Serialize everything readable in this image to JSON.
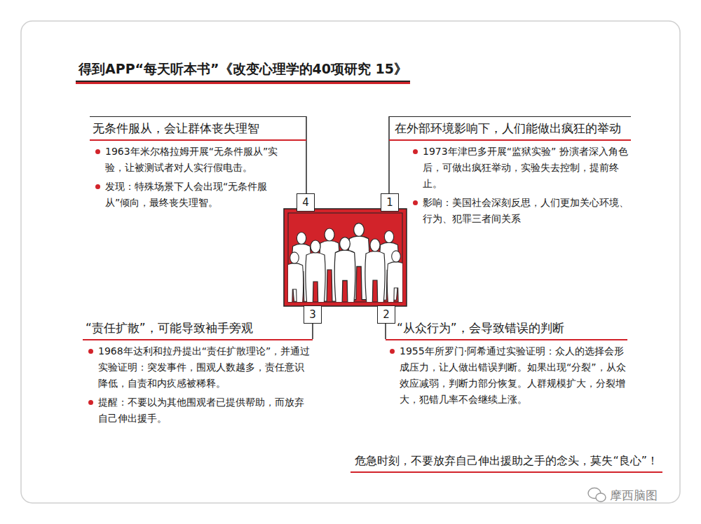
{
  "diagram": {
    "title": "得到APP“每天听本书”《改变心理学的40项研究 15》",
    "nodes": [
      {
        "text": [
          "无条件服从，会让群体丧失理智",
          "1963年米尔格拉姆开展“无条件服从”实验，让被测试者对人实行假电击。",
          "发现：特殊场景下人会出现“无条件服从”倾向，最终丧失理智。"
        ]
      },
      {
        "text": [
          "在外部环境影响下，人们能做出疯狂的举动",
          "1973年津巴多开展“监狱实验” 扮演者深入角色后，可做出疯狂举动，实验失去控制，提前终止。",
          "影响：美国社会深刻反思，人们更加关心环境、行为、犯罪三者间关系"
        ]
      },
      {
        "text": [
          "“责任扩散”，可能导致袖手旁观",
          "1968年达利和拉丹提出“责任扩散理论”，并通过实验证明：突发事件，围观人数越多，责任意识降低，自责和内疚感被稀释。",
          "提醒：不要以为其他围观者已提供帮助，而放弃自己伸出援手。"
        ]
      },
      {
        "text": [
          "“从众行为”，会导致错误的判断",
          "1955年所罗门·阿希通过实验证明：众人的选择会形成压力，让人做出错误判断。如果出现“分裂”，从众效应减弱，判断力部分恢复。人群规模扩大，分裂增大，犯错几率不会继续上涨。"
        ]
      }
    ],
    "labels": [
      "4",
      "1",
      "3",
      "2",
      "危急时刻，不要放弃自己伸出援助之手的念头，莫失“良心”！",
      "摩西脑图"
    ]
  }
}
